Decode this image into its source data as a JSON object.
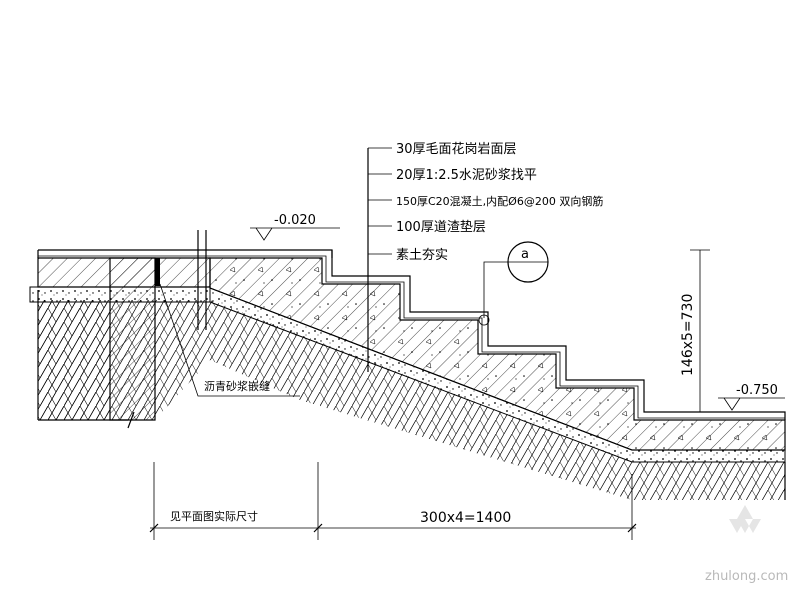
{
  "layers": {
    "l1": "30厚毛面花岗岩面层",
    "l2": "20厚1:2.5水泥砂浆找平",
    "l3": "150厚C20混凝土,内配Ø6@200 双向钢筋",
    "l4": "100厚道渣垫层",
    "l5": "素土夯实"
  },
  "elevations": {
    "top": "-0.020",
    "bottom": "-0.750"
  },
  "detail_mark": "a",
  "joint_label": "沥青砂浆嵌缝",
  "dimensions": {
    "vertical": "146x5=730",
    "horizontal": "300x4=1400",
    "left": "见平面图实际尺寸"
  },
  "watermark": "zhulong.com"
}
